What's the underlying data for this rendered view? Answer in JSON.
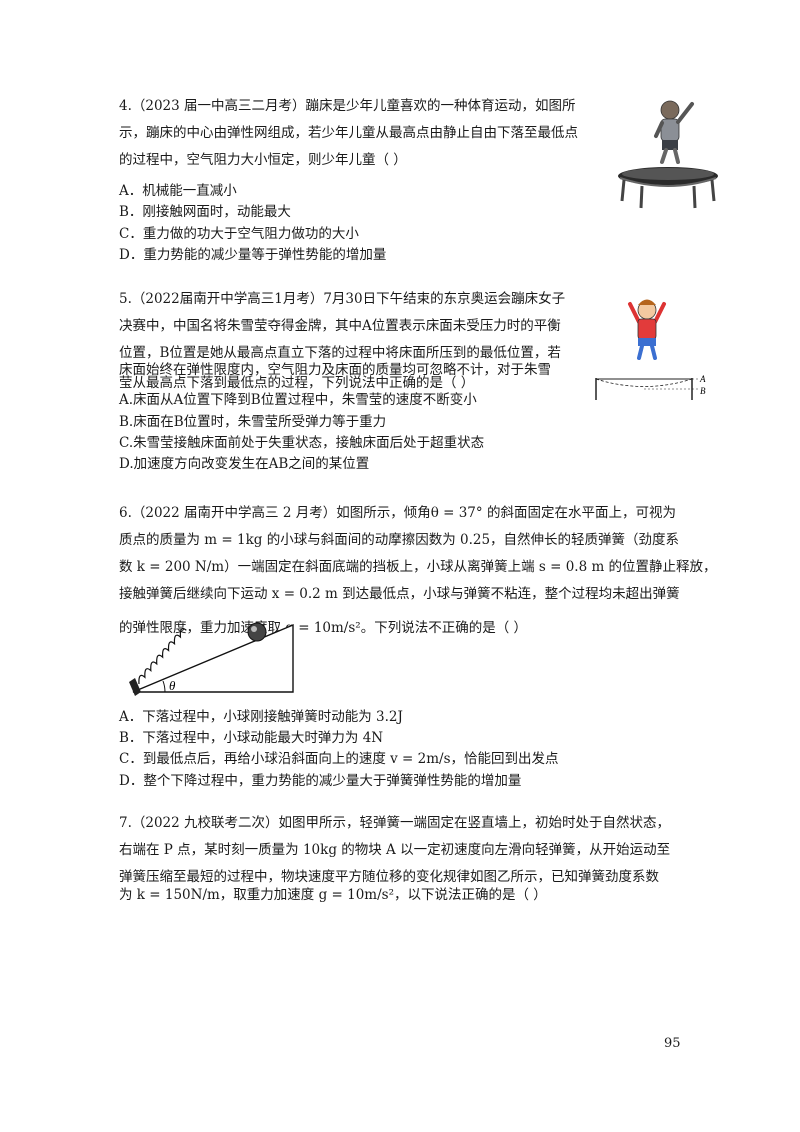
{
  "page_number": "95",
  "questions": [
    {
      "lines": [
        "4.（2023 届一中高三二月考）蹦床是少年儿童喜欢的一种体育运动，如图所",
        "示，蹦床的中心由弹性网组成，若少年儿童从最高点由静止自由下落至最低点",
        "的过程中，空气阻力大小恒定，则少年儿童（      ）"
      ],
      "options": [
        "A．机械能一直减小",
        "B．刚接触网面时，动能最大",
        "C．重力做的功大于空气阻力做功的大小",
        "D．重力势能的减少量等于弹性势能的增加量"
      ]
    },
    {
      "lines": [
        "5.（2022届南开中学高三1月考）7月30日下午结束的东京奥运会蹦床女子",
        "决赛中，中国名将朱雪莹夺得金牌，其中A位置表示床面未受压力时的平衡",
        "位置，B位置是她从最高点直立下落的过程中将床面所压到的最低位置，若",
        "床面始终在弹性限度内，空气阻力及床面的质量均可忽略不计，对于朱雪",
        "莹从最高点下落到最低点的过程，下列说法中正确的是（   ）"
      ],
      "options": [
        "A.床面从A位置下降到B位置过程中，朱雪莹的速度不断变小",
        "B.床面在B位置时，朱雪莹所受弹力等于重力",
        "C.朱雪莹接触床面前处于失重状态，接触床面后处于超重状态",
        "D.加速度方向改变发生在AB之间的某位置"
      ],
      "figure_labels": [
        "A",
        "B"
      ]
    },
    {
      "lines": [
        "6.（2022 届南开中学高三 2 月考）如图所示，倾角θ = 37° 的斜面固定在水平面上，可视为",
        "质点的质量为 m = 1kg 的小球与斜面间的动摩擦因数为 0.25，自然伸长的轻质弹簧（劲度系",
        "数 k = 200 N/m）一端固定在斜面底端的挡板上，小球从离弹簧上端 s = 0.8 m 的位置静止释放，",
        "接触弹簧后继续向下运动 x = 0.2 m 到达最低点，小球与弹簧不粘连，整个过程均未超出弹簧",
        "的弹性限度，重力加速度取 g = 10m/s²。下列说法不正确的是（      ）"
      ],
      "options": [
        "A．下落过程中，小球刚接触弹簧时动能为 3.2J",
        "B．下落过程中，小球动能最大时弹力为 4N",
        "C．到最低点后，再给小球沿斜面向上的速度 v = 2m/s，恰能回到出发点",
        "D．整个下降过程中，重力势能的减少量大于弹簧弹性势能的增加量"
      ],
      "figure_labels": [
        "θ"
      ]
    },
    {
      "lines": [
        "7.（2022 九校联考二次）如图甲所示，轻弹簧一端固定在竖直墙上，初始时处于自然状态，",
        "右端在 P 点，某时刻一质量为 10kg 的物块 A 以一定初速度向左滑向轻弹簧，从开始运动至",
        "弹簧压缩至最短的过程中，物块速度平方随位移的变化规律如图乙所示，已知弹簧劲度系数",
        "为 k = 150N/m，取重力加速度 g = 10m/s²，以下说法正确的是（   ）"
      ]
    }
  ]
}
